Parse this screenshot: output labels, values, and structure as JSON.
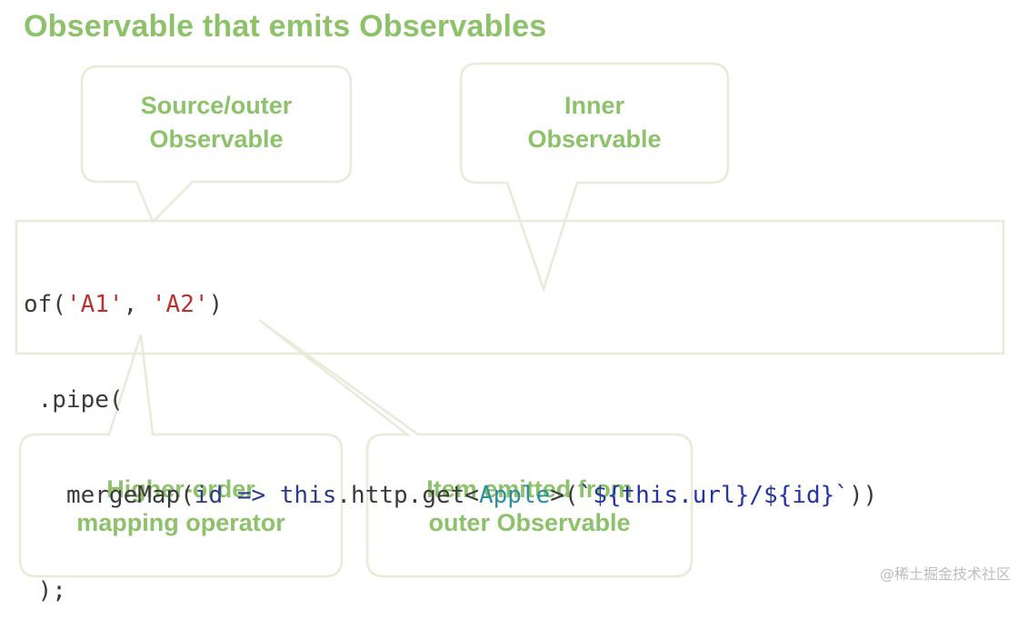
{
  "title": "Observable that emits Observables",
  "colors": {
    "accent_green": "#8dc26a",
    "bubble_outline": "#e5ecd8",
    "string_red": "#b8322f",
    "keyword_navy": "#2d3a8c",
    "type_teal": "#2b8f9e"
  },
  "callouts": {
    "source_outer": {
      "line1": "Source/outer",
      "line2": "Observable"
    },
    "inner": {
      "line1": "Inner",
      "line2": "Observable"
    },
    "higher_order": {
      "line1": "Higher-order",
      "line2": "mapping operator"
    },
    "item_emitted": {
      "line1": "Item emitted from",
      "line2": "outer Observable"
    }
  },
  "code": {
    "line1": {
      "fn": "of(",
      "arg1": "'A1'",
      "sep": ", ",
      "arg2": "'A2'",
      "close": ")"
    },
    "line2": {
      "text": " .pipe("
    },
    "line3": {
      "indent": "   ",
      "fn": "mergeMap(",
      "param": "id => this",
      "call": ".http.get<",
      "type": "Apple",
      "open": ">(",
      "template": "`${this.url}/${id}`",
      "close": "))"
    },
    "line4": {
      "text": " );"
    }
  },
  "watermark": "@稀土掘金技术社区"
}
